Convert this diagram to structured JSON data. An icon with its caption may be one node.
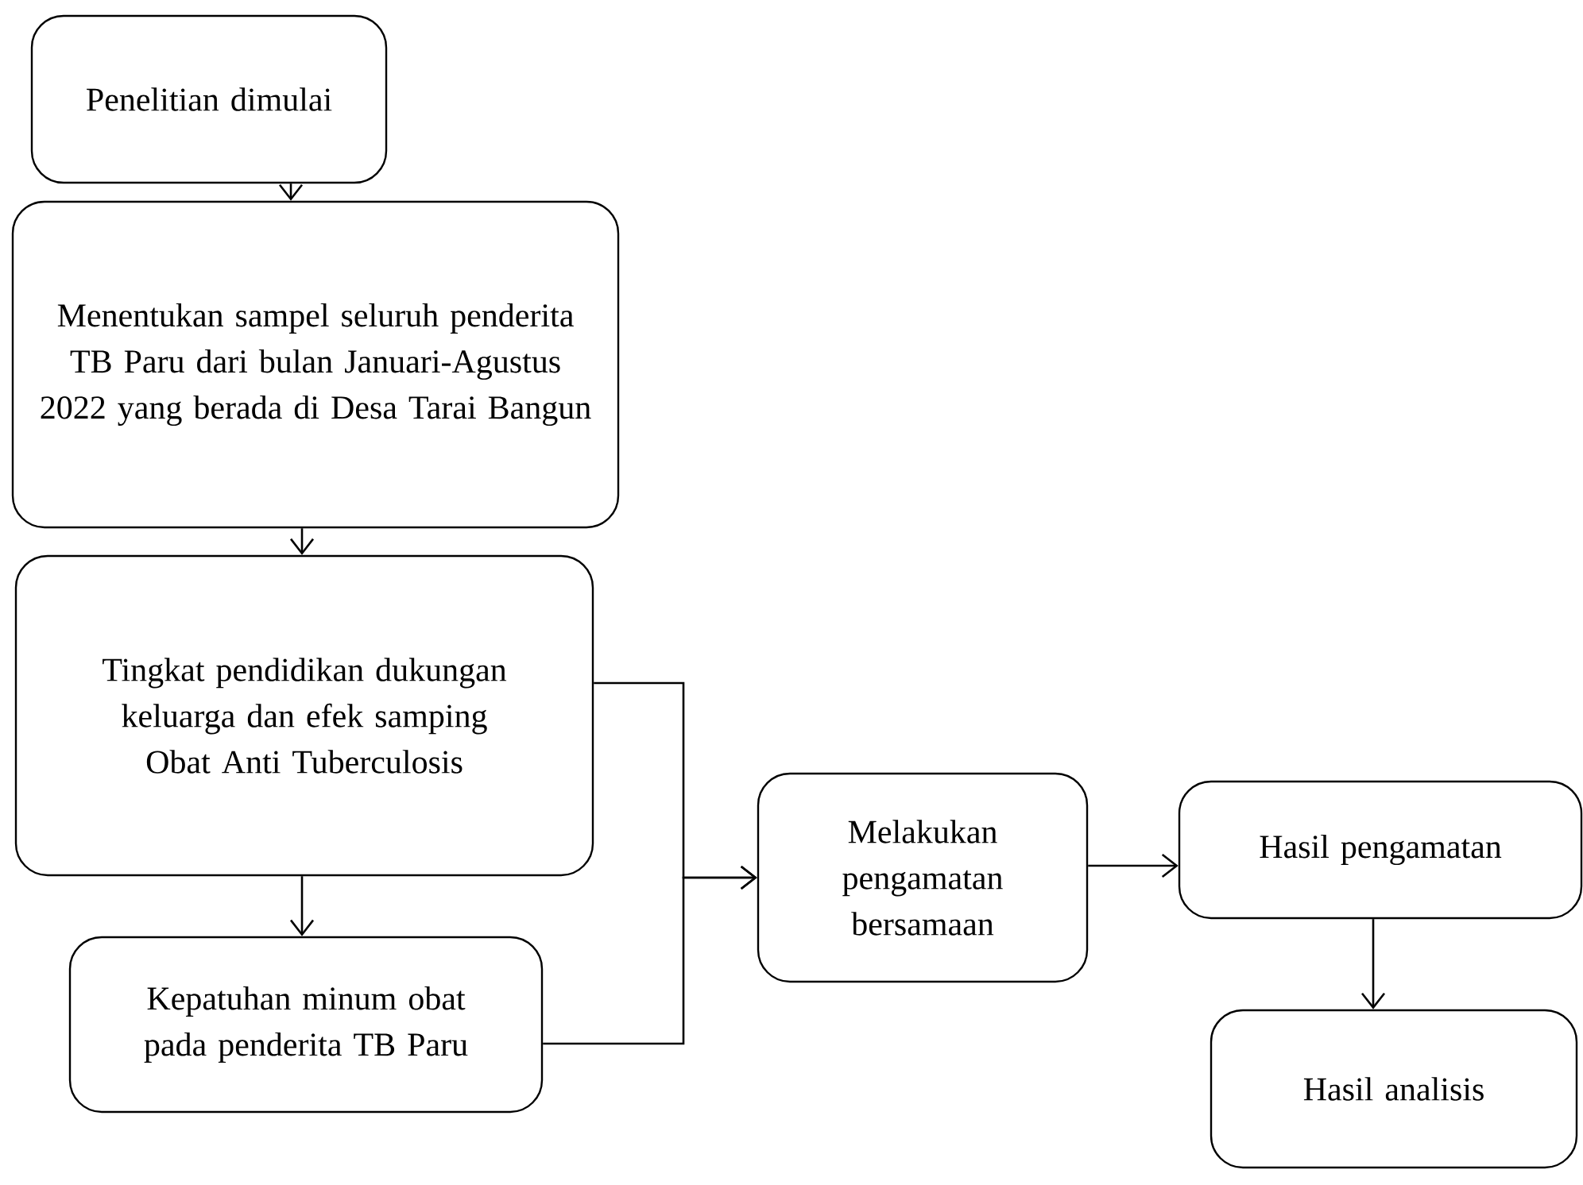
{
  "diagram": {
    "nodes": [
      {
        "text": [
          "Penelitian dimulai"
        ]
      },
      {
        "text": [
          "Menentukan sampel seluruh penderita TB Paru dari bulan Januari-Agustus 2022 yang berada di Desa Tarai Bangun"
        ]
      },
      {
        "text": [
          "Tingkat pendidikan dukungan keluarga dan efek samping Obat Anti Tuberculosis"
        ]
      },
      {
        "text": [
          "Kepatuhan minum obat pada penderita TB Paru"
        ]
      },
      {
        "text": [
          "Melakukan pengamatan bersamaan"
        ]
      },
      {
        "text": [
          "Hasil pengamatan"
        ]
      },
      {
        "text": [
          "Hasil analisis"
        ]
      }
    ],
    "edges": [
      {
        "from": 0,
        "to": 1,
        "arrow": "to"
      },
      {
        "from": 1,
        "to": 2,
        "arrow": "to"
      },
      {
        "from": 2,
        "to": 3,
        "arrow": "to"
      },
      {
        "from": 2,
        "to": 4,
        "arrow": "to"
      },
      {
        "from": 3,
        "to": 4,
        "arrow": "to"
      },
      {
        "from": 4,
        "to": 5,
        "arrow": "to"
      },
      {
        "from": 5,
        "to": 6,
        "arrow": "to"
      }
    ]
  }
}
